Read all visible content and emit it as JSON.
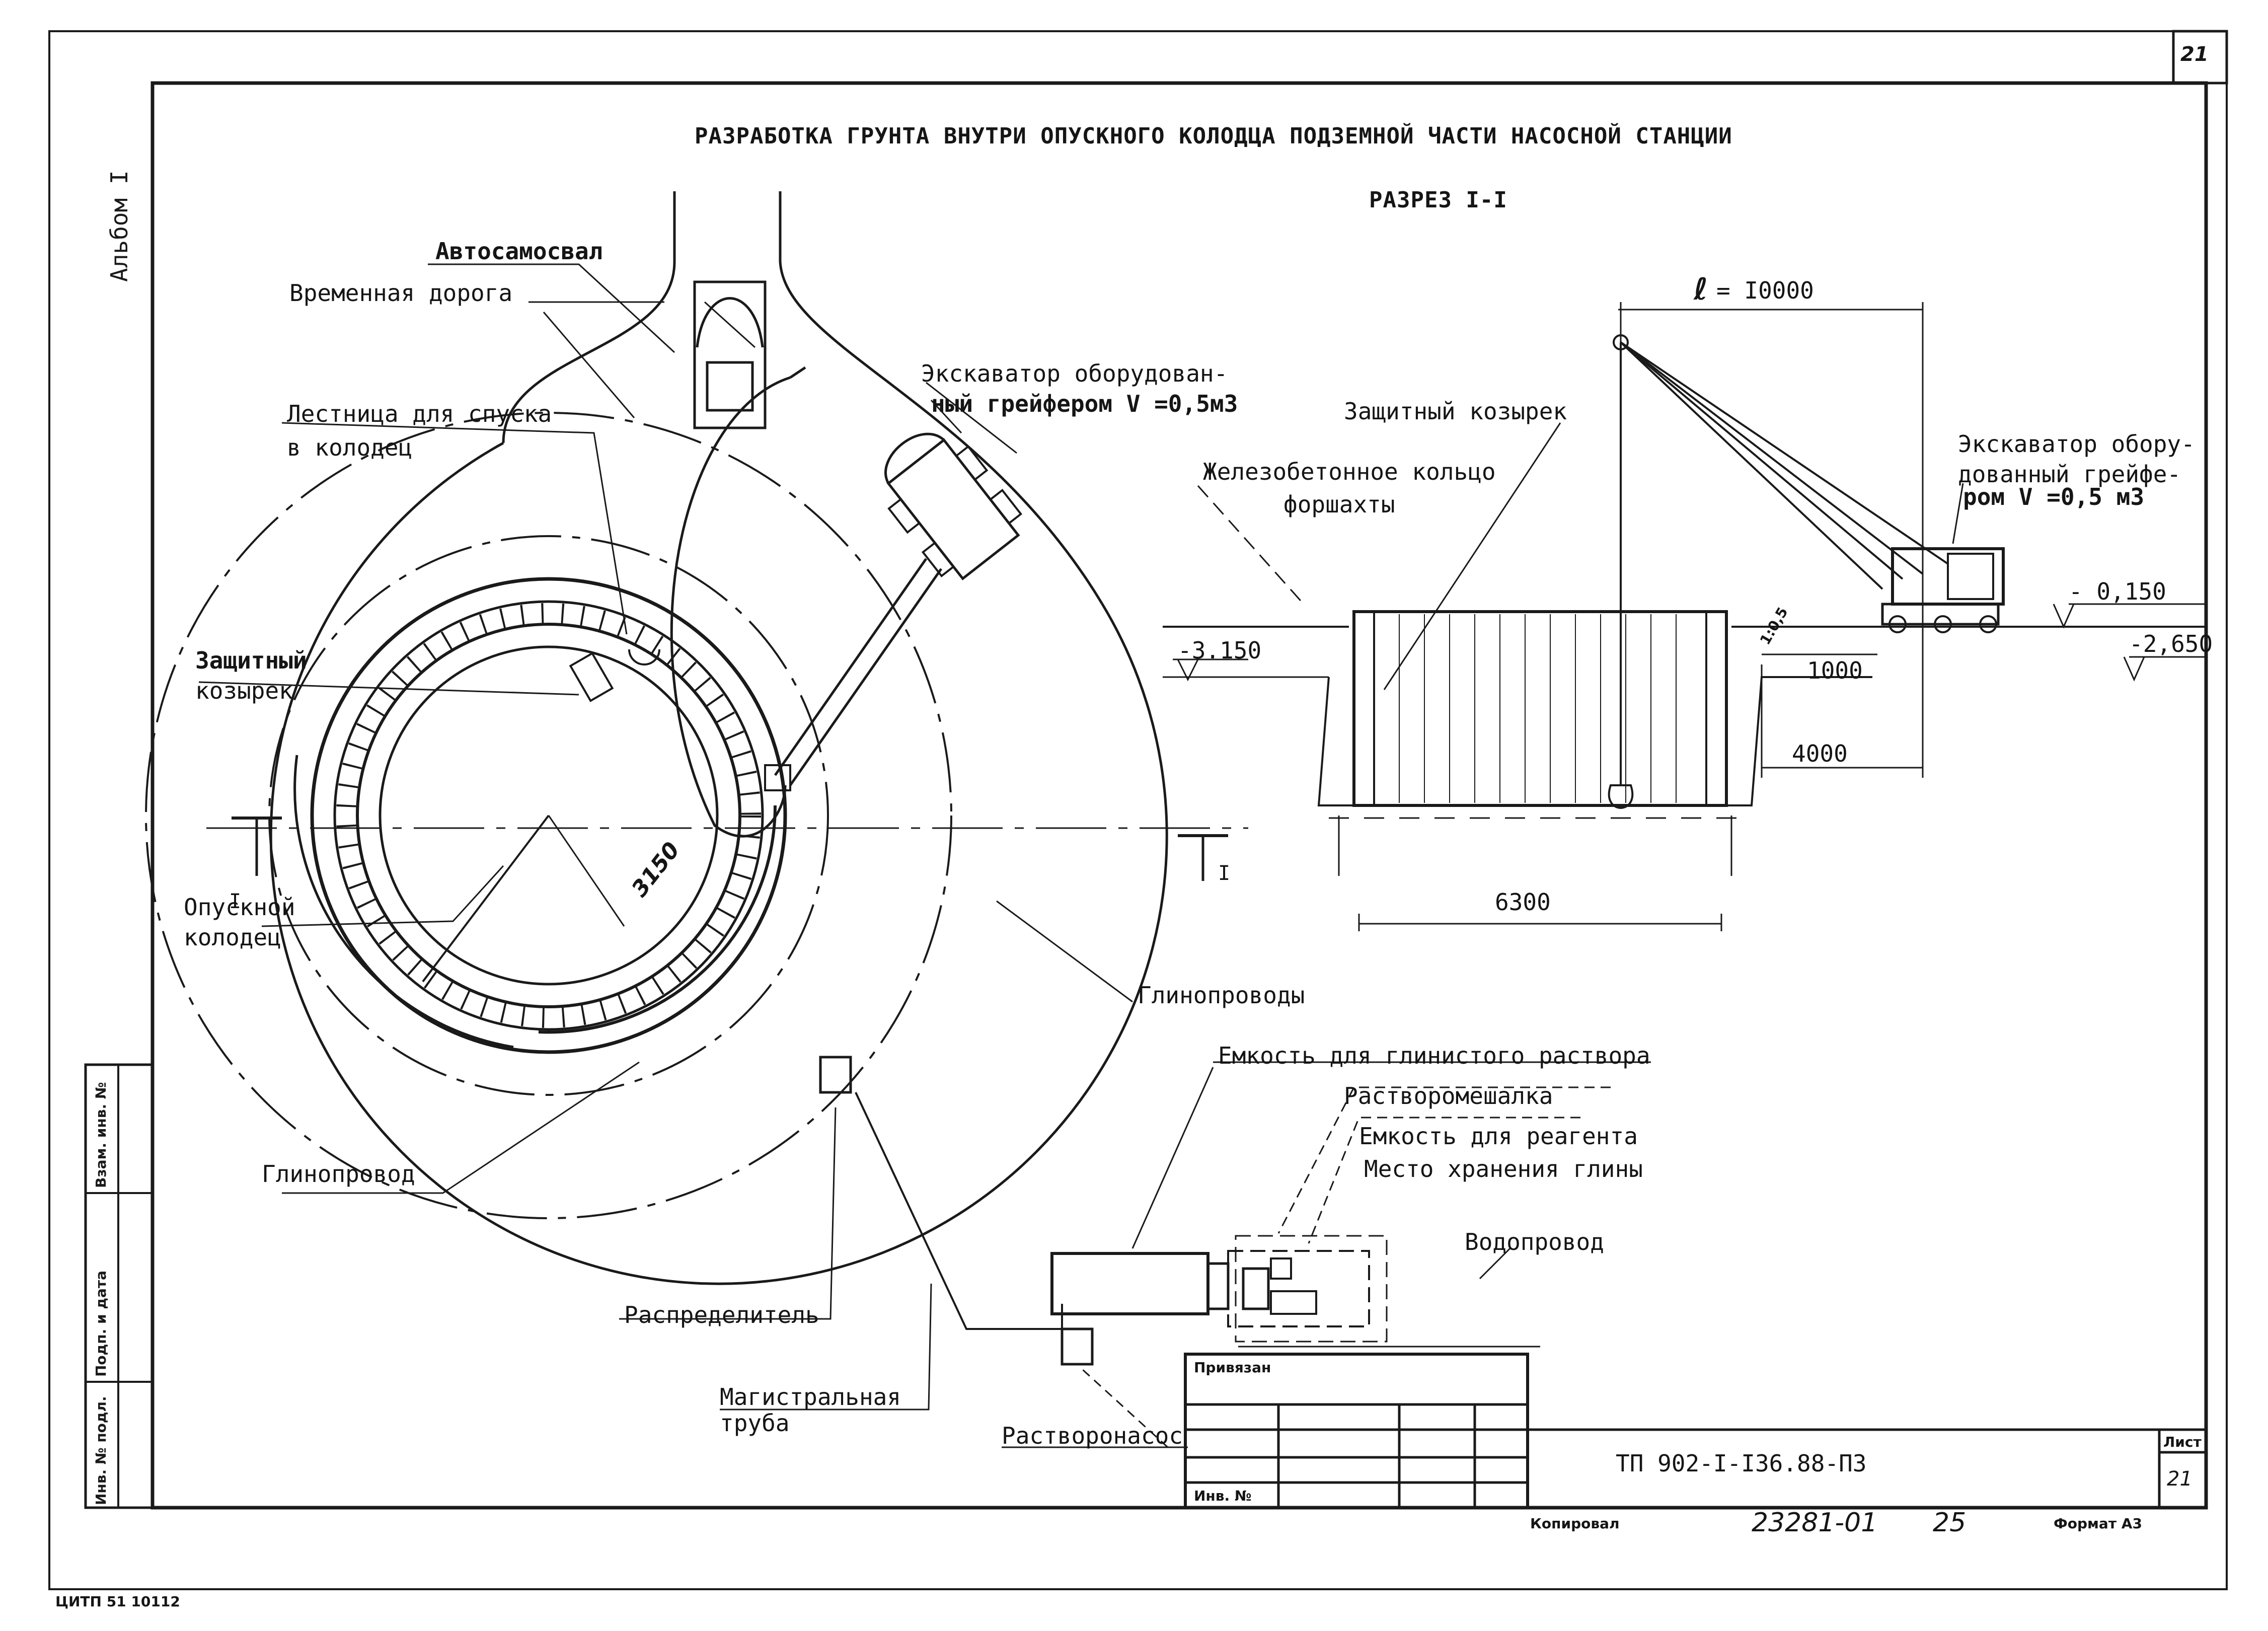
{
  "drawing": {
    "title": "РАЗРАБОТКА ГРУНТА ВНУТРИ ОПУСКНОГО КОЛОДЦА ПОДЗЕМНОЙ ЧАСТИ НАСОСНОЙ СТАНЦИИ",
    "section_title": "РАЗРЕЗ I-I",
    "album": "Альбом I",
    "page_corner": "21",
    "section_mark": "I"
  },
  "plan_labels": {
    "dump_truck": "Автосамосвал",
    "temp_road": "Временная дорога",
    "ladder_1": "Лестница для спуска",
    "ladder_2": "в колодец",
    "excavator_1": "Экскаватор оборудован-",
    "excavator_2": "ный грейфером V =0,5м3",
    "shield_1": "Защитный",
    "shield_2": "козырек",
    "caisson_1": "Опускной",
    "caisson_2": "колодец",
    "radius": "3150",
    "clay_pipes": "Глинопроводы",
    "clay_pipe": "Глинопровод",
    "distributor": "Распределитель",
    "main_pipe_1": "Магистральная",
    "main_pipe_2": "труба",
    "mortar_pump": "Растворонасос",
    "clay_tank": "Емкость для глинистого раствора",
    "mixer": "Растворомешалка",
    "reagent_tank": "Емкость для реагента",
    "clay_storage": "Место хранения глины",
    "water_pipe": "Водопровод"
  },
  "section_labels": {
    "reach": "= I0000",
    "shield": "Защитный козырек",
    "ring_1": "Железобетонное кольцо",
    "ring_2": "форшахты",
    "excavator_1": "Экскаватор обору-",
    "excavator_2": "дованный грейфе-",
    "excavator_3": "ром  V =0,5 м3",
    "elev_1": "- 0,150",
    "elev_2": "-2,650",
    "elev_3": "-3.150",
    "dim_1000": "1000",
    "dim_4000": "4000",
    "dim_6300": "6300",
    "slope": "1:0,5"
  },
  "title_block": {
    "bound": "Привязан",
    "inv_no": "Инв. №",
    "doc_code": "ТП 902-I-I36.88-ПЗ",
    "sheet_label": "Лист",
    "sheet_no": "21",
    "copied": "Копировал",
    "order": "23281-01",
    "order_sheet": "25",
    "format": "Формат А3",
    "footer": "ЦИТП  51  10112"
  },
  "side_stamp": {
    "inv_orig": "Инв. № подл.",
    "sign_date": "Подп. и дата",
    "replace_inv": "Взам. инв. №"
  }
}
